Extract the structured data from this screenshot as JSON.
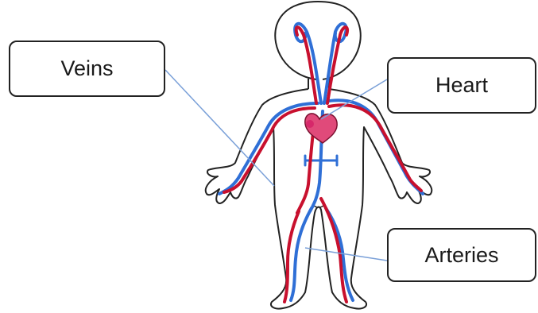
{
  "labels": {
    "veins": "Veins",
    "heart": "Heart",
    "arteries": "Arteries"
  },
  "colors": {
    "outline": "#222222",
    "artery": "#c8102e",
    "vein": "#2f6fd6",
    "heart": "#e04a7a",
    "pointer_line": "#7aa0d8"
  }
}
